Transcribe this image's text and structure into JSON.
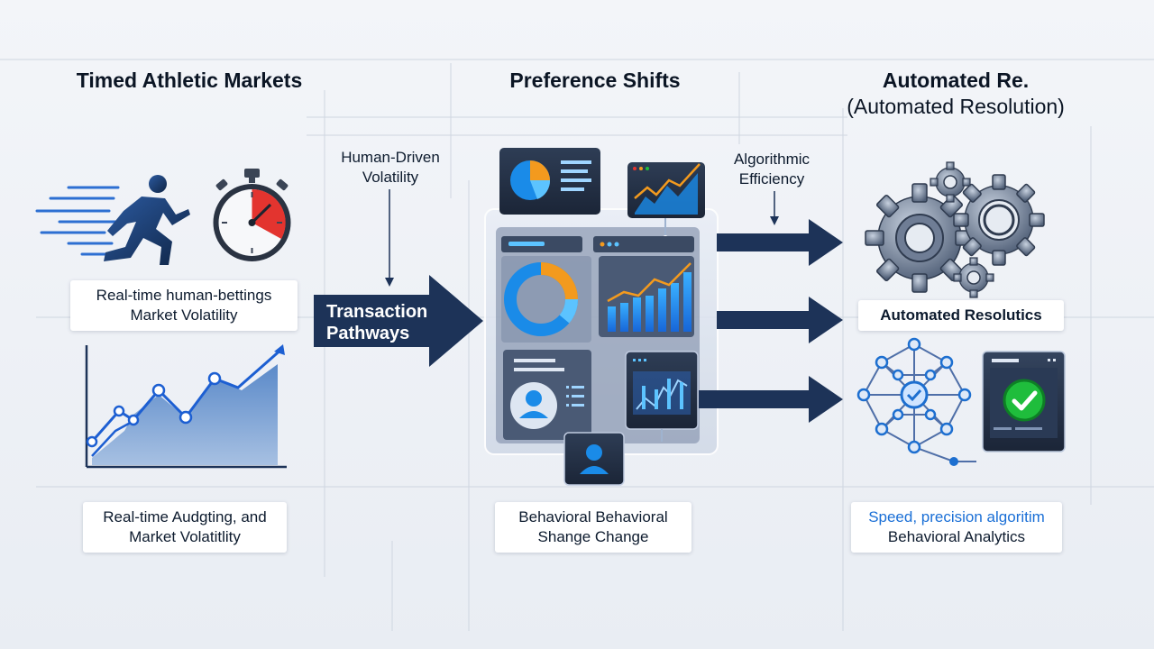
{
  "headings": {
    "left": "Timed Athletic Markets",
    "middle": "Preference Shifts",
    "right_line1": "Automated Re.",
    "right_line2": "(Automated Resolution)"
  },
  "annotations": {
    "human_driven_line1": "Human-Driven",
    "human_driven_line2": "Volatility",
    "algorithmic_line1": "Algorithmic",
    "algorithmic_line2": "Efficiency"
  },
  "arrow": {
    "line1": "Transaction",
    "line2": "Pathways"
  },
  "cards": {
    "left_top_line1": "Real-time human-bettings",
    "left_top_line2": "Market Volatility",
    "left_bottom_line1": "Real-time Audgting, and",
    "left_bottom_line2": "Market Volatitlity",
    "middle_bottom_line1": "Behavioral Behavioral",
    "middle_bottom_line2": "Shange Change",
    "right_middle": "Automated Resolutics",
    "right_bottom_line1": "Speed, precision algoritim",
    "right_bottom_line2": "Behavioral Analytics"
  },
  "colors": {
    "navy": "#1d3358",
    "accent_blue": "#1a8be8",
    "accent_orange": "#f39a1e",
    "alert_red": "#e3342f",
    "success_green": "#1fbd3c"
  }
}
